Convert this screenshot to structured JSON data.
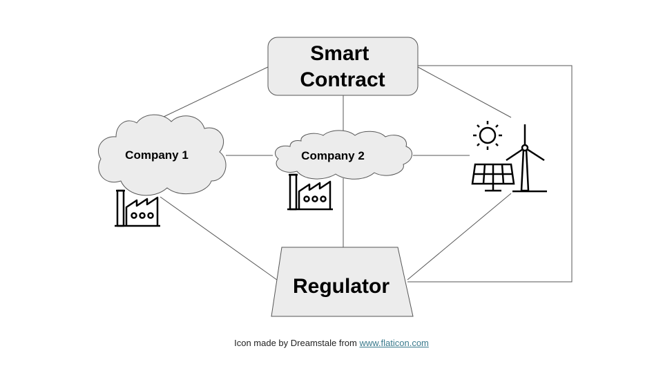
{
  "diagram": {
    "smart_contract": "Smart\nContract",
    "company1": "Company 1",
    "company2": "Company 2",
    "regulator": "Regulator",
    "icons": [
      "factory-icon",
      "factory-icon",
      "renewable-energy-icon"
    ]
  },
  "footer": {
    "credit_prefix": "Icon made by Dreamstale from ",
    "link_text": "www.flaticon.com"
  }
}
